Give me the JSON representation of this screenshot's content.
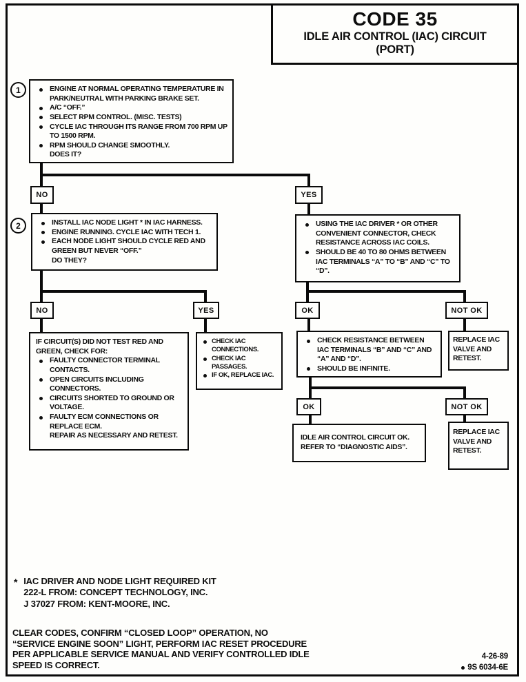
{
  "header": {
    "code": "CODE 35",
    "title": "IDLE AIR CONTROL (IAC) CIRCUIT",
    "subtitle": "(PORT)"
  },
  "markers": {
    "step1": "1",
    "step2": "2"
  },
  "labels": {
    "no": "NO",
    "yes": "YES",
    "ok": "OK",
    "not_ok": "NOT OK"
  },
  "boxes": {
    "test1": {
      "items": [
        "ENGINE AT NORMAL OPERATING TEMPERATURE IN PARK/NEUTRAL WITH PARKING BRAKE SET.",
        "A/C “OFF.”",
        "SELECT RPM CONTROL.  (MISC. TESTS)",
        "CYCLE IAC THROUGH ITS RANGE FROM 700 RPM UP TO 1500 RPM.",
        "RPM SHOULD CHANGE SMOOTHLY.",
        "DOES IT?"
      ]
    },
    "test2": {
      "items": [
        "INSTALL IAC NODE LIGHT * IN IAC HARNESS.",
        "ENGINE RUNNING.  CYCLE IAC WITH TECH 1.",
        "EACH NODE LIGHT SHOULD CYCLE RED AND GREEN BUT NEVER “OFF.”",
        "DO THEY?"
      ]
    },
    "resistance_check": {
      "items": [
        "USING THE IAC DRIVER * OR OTHER CONVENIENT CONNECTOR, CHECK RESISTANCE ACROSS IAC COILS.",
        "SHOULD BE 40 TO 80 OHMS BETWEEN IAC TERMINALS “A” TO “B” AND “C” TO “D”."
      ]
    },
    "circuit_fault": {
      "heading": "IF CIRCUIT(S) DID NOT TEST RED AND GREEN, CHECK FOR:",
      "items": [
        "FAULTY CONNECTOR TERMINAL CONTACTS.",
        "OPEN CIRCUITS INCLUDING CONNECTORS.",
        "CIRCUITS SHORTED TO GROUND OR VOLTAGE.",
        "FAULTY ECM CONNECTIONS OR REPLACE ECM.",
        "REPAIR AS NECESSARY AND RETEST."
      ]
    },
    "check_iac": {
      "items": [
        "CHECK IAC CONNECTIONS.",
        "CHECK IAC PASSAGES.",
        "IF OK, REPLACE IAC."
      ]
    },
    "resistance_infinite": {
      "items": [
        "CHECK RESISTANCE BETWEEN IAC TERMINALS “B” AND “C” AND “A” AND “D”.",
        "SHOULD BE INFINITE."
      ]
    },
    "replace_iac_1": {
      "text": "REPLACE IAC VALVE AND RETEST."
    },
    "circuit_ok": {
      "line1": "IDLE AIR CONTROL CIRCUIT OK.",
      "line2": "REFER TO “DIAGNOSTIC AIDS”."
    },
    "replace_iac_2": {
      "text": "REPLACE IAC VALVE AND RETEST."
    }
  },
  "footnote": {
    "marker": "*",
    "lines": [
      "IAC DRIVER AND NODE LIGHT REQUIRED KIT",
      "222-L FROM:  CONCEPT TECHNOLOGY, INC.",
      "J 37027 FROM:  KENT-MOORE, INC."
    ]
  },
  "footer": {
    "lines": [
      "CLEAR CODES, CONFIRM “CLOSED LOOP” OPERATION, NO",
      "“SERVICE ENGINE SOON” LIGHT, PERFORM IAC RESET PROCEDURE",
      "PER APPLICABLE SERVICE MANUAL AND VERIFY CONTROLLED IDLE",
      "SPEED IS CORRECT."
    ],
    "date": "4-26-89",
    "doc_number": "9S 6034-6E"
  }
}
